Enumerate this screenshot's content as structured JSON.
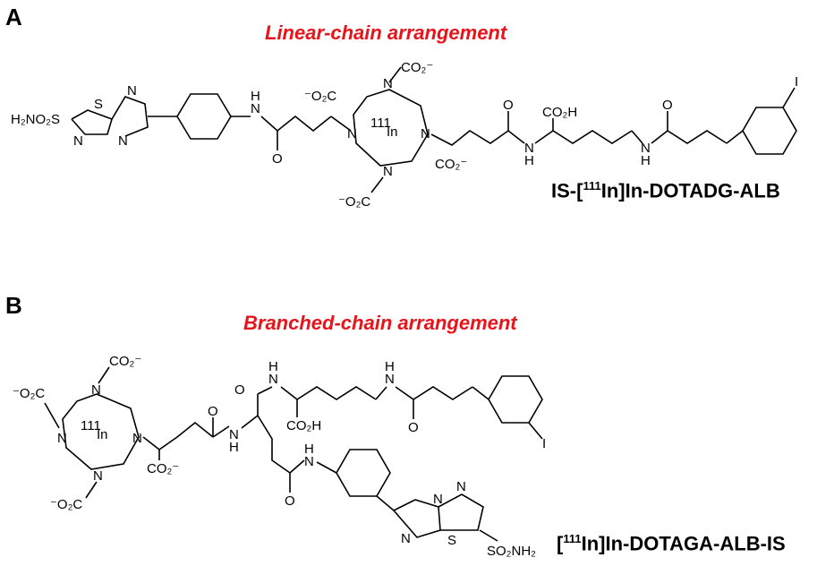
{
  "panel_a": {
    "letter": "A",
    "title": "Linear-chain arrangement",
    "compound_prefix": "IS-[",
    "isotope": "111",
    "compound_suffix": "In]In-DOTADG-ALB",
    "atoms": {
      "sulfonamide": "H₂NO₂S",
      "s": "S",
      "n1": "N",
      "n2": "N",
      "n3": "N",
      "nh1": "N",
      "h1": "H",
      "o1": "O",
      "co2_top_left": "⁻O₂C",
      "co2_top": "CO₂⁻",
      "macro_n_top": "N",
      "macro_n_left": "N",
      "macro_n_right": "N",
      "macro_n_bottom": "N",
      "metal_mass": "111",
      "metal": "In",
      "co2_bottom_left": "⁻O₂C",
      "co2_bottom_right": "CO₂⁻",
      "o2": "O",
      "nh2": "N",
      "h2": "H",
      "co2h": "CO₂H",
      "nh3": "N",
      "h3": "H",
      "o3": "O",
      "iodine": "I"
    }
  },
  "panel_b": {
    "letter": "B",
    "title": "Branched-chain arrangement",
    "compound_prefix": "[",
    "isotope": "111",
    "compound_suffix": "In]In-DOTAGA-ALB-IS",
    "atoms": {
      "co2_top": "CO₂⁻",
      "co2_left": "⁻O₂C",
      "macro_n_top": "N",
      "macro_n_left": "N",
      "macro_n_right": "N",
      "macro_n_bottom": "N",
      "metal_mass": "111",
      "metal": "In",
      "co2_bottom_left": "⁻O₂C",
      "co2_mid": "CO₂⁻",
      "o1": "O",
      "nh1": "N",
      "h1": "H",
      "o2": "O",
      "nh2": "N",
      "h2": "H",
      "co2h": "CO₂H",
      "nh3": "N",
      "h3": "H",
      "o3": "O",
      "iodine": "I",
      "o4": "O",
      "nh4": "N",
      "h4": "H",
      "n1": "N",
      "n2": "N",
      "n3": "N",
      "s": "S",
      "sulfonamide": "SO₂NH₂"
    }
  }
}
